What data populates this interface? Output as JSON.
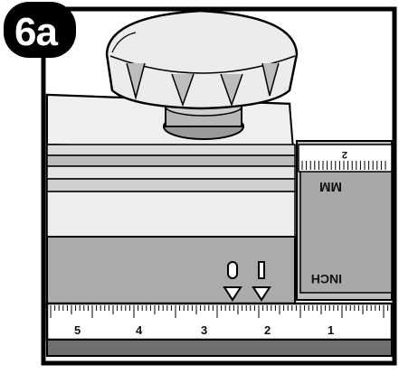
{
  "figure": {
    "step_label": "6a",
    "ruler_numbers": [
      "5",
      "4",
      "3",
      "2",
      "1"
    ],
    "top_scale_number": "2",
    "scale_labels": {
      "metric": "MM",
      "imperial": "INCH"
    },
    "marker_labels": [
      "0",
      "I"
    ],
    "colors": {
      "outline": "#000000",
      "body_light": "#ececec",
      "body_mid": "#c8c8c8",
      "body_dark": "#9a9a9a",
      "tape": "#ffffff"
    }
  }
}
